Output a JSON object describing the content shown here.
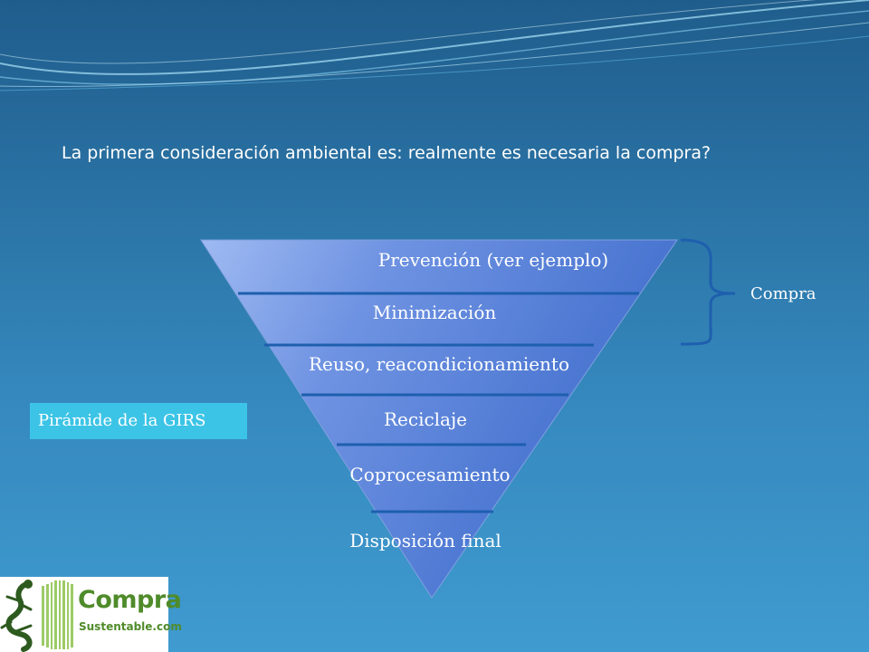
{
  "slide": {
    "question": "La primera consideración ambiental es: realmente es necesaria la compra?",
    "badge": "Pirámide de la GIRS",
    "brace_label": "Compra"
  },
  "pyramid": {
    "levels": [
      "Prevención (ver ejemplo)",
      "Minimización",
      "Reuso, reacondicionamiento",
      "Reciclaje",
      "Coprocesamiento",
      "Disposición final"
    ]
  },
  "logo": {
    "word": "Compra",
    "sub": "Sustentable.com"
  },
  "colors": {
    "badge": "#3cc4e6",
    "logo_green": "#4f8b2a",
    "divider": "#1e5fae"
  }
}
